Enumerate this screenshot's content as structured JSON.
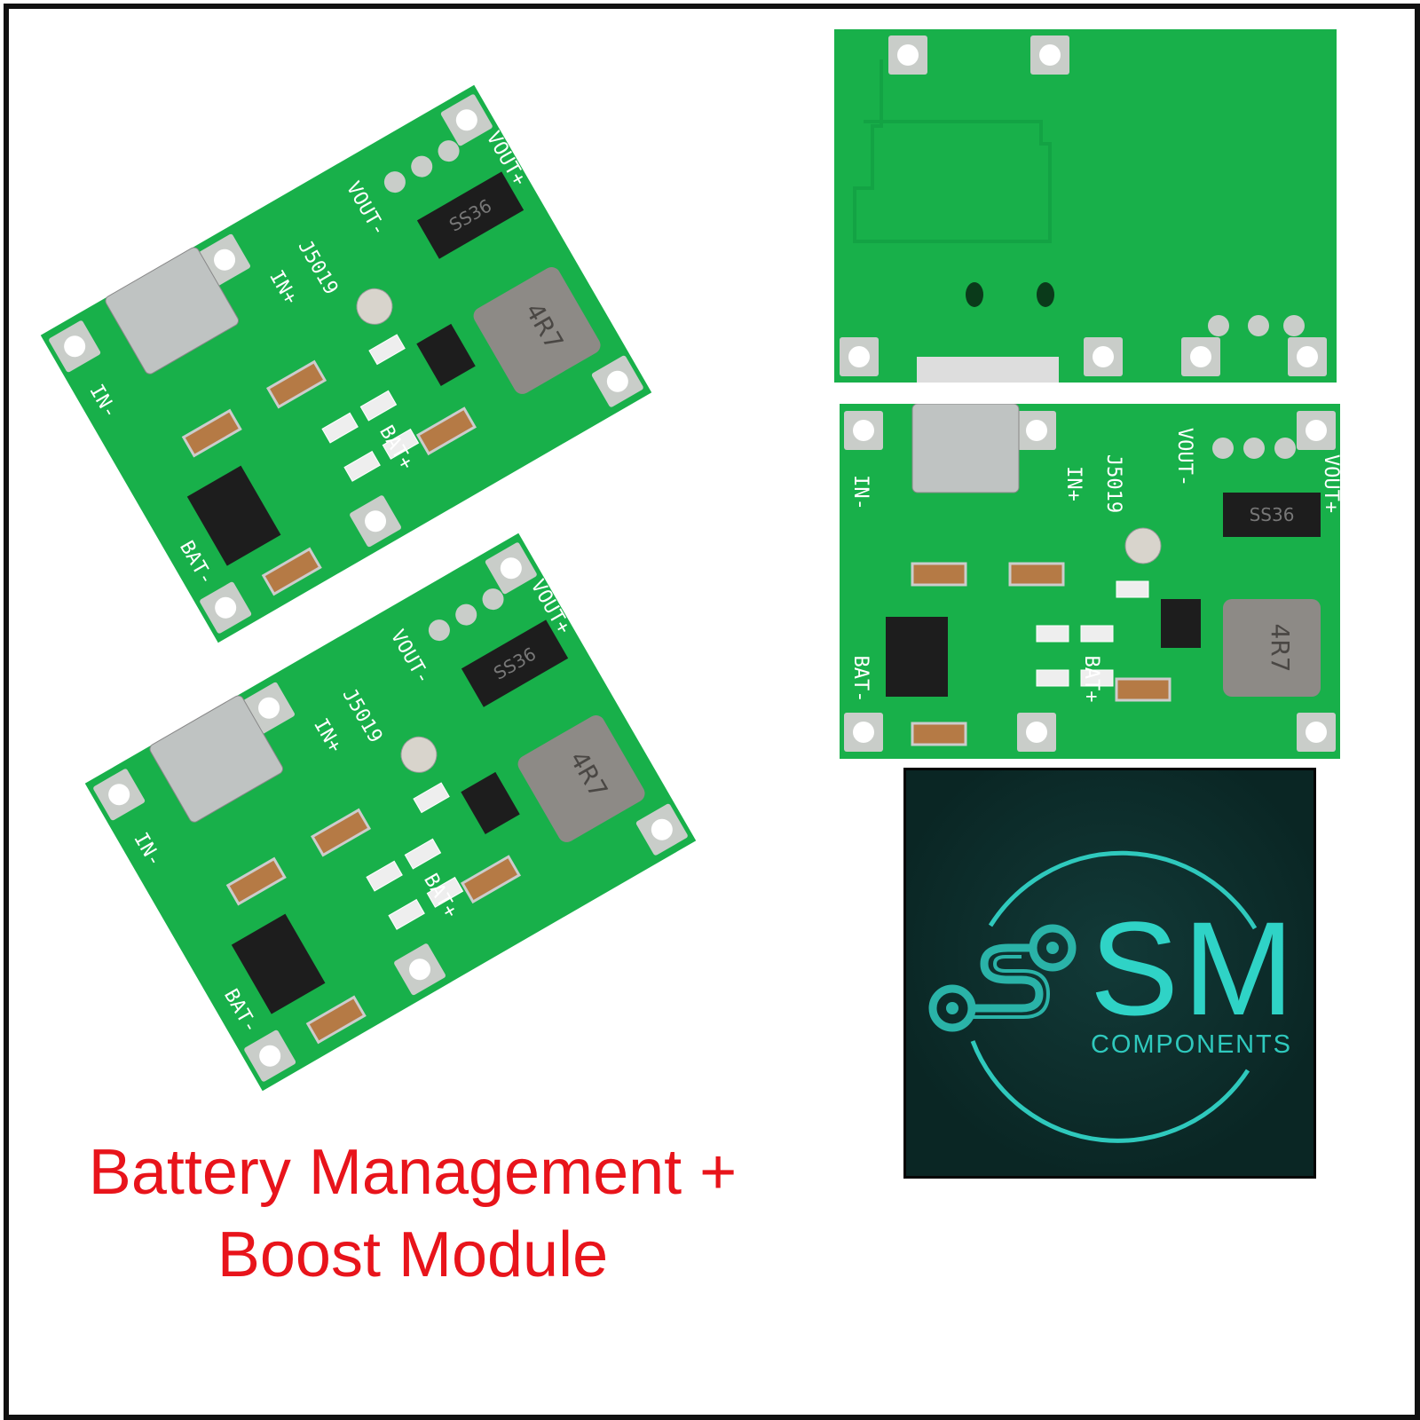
{
  "product": {
    "title_line1": "Battery Management +",
    "title_line2": "Boost Module"
  },
  "board_silkscreen": {
    "in_minus": "IN-",
    "in_plus": "IN+",
    "vout_plus": "VOUT+",
    "vout_minus": "VOUT-",
    "bat_plus": "BAT+",
    "bat_minus": "BAT-",
    "model": "J5019",
    "inductor": "4R7",
    "diode": "SS36"
  },
  "logo": {
    "brand": "SM",
    "subtitle": "COMPONENTS"
  },
  "colors": {
    "pcb_green": "#18b04a",
    "pad_silver": "#c9cdc9",
    "title_red": "#e8141b",
    "logo_teal": "#2fd3c6",
    "logo_bg": "#0d2e2c"
  }
}
